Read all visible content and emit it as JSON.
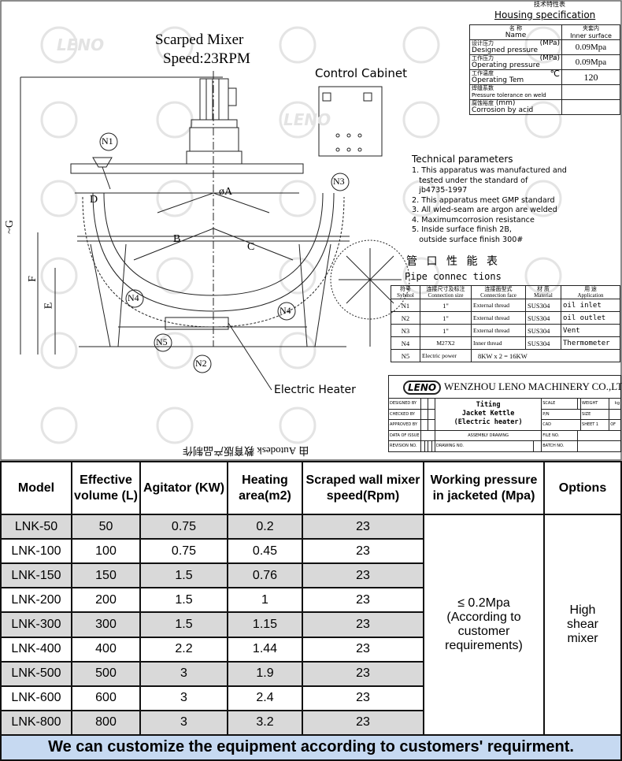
{
  "drawing": {
    "watermark": "LENO",
    "title_line1": "Scarped Mixer",
    "title_line2": "Speed:23RPM",
    "control_cabinet_label": "Control Cabinet",
    "electric_heater_label": "Electric Heater",
    "autodesk_note": "由 Autodesk 教育版产品制作",
    "dimension_labels": {
      "a": "øA",
      "b": "B",
      "c": "C",
      "d": "D",
      "e": "E",
      "f": "F",
      "g": "~G"
    },
    "nozzle_labels": [
      "N1",
      "N2",
      "N3",
      "N4",
      "N4",
      "N5"
    ],
    "housing_spec": {
      "title_cn": "技术特性表",
      "title": "Housing specification",
      "header_name_cn": "名 称",
      "header_name": "Name",
      "header_value_cn": "夹套内",
      "header_value": "Inner surface",
      "rows": [
        {
          "cn": "设计压力",
          "unit": "(MPa)",
          "label": "Designed pressure",
          "value": "0.09Mpa"
        },
        {
          "cn": "工作压力",
          "unit": "(MPa)",
          "label": "Operating pressure",
          "value": "0.09Mpa"
        },
        {
          "cn": "工作温度",
          "unit": "℃",
          "label": "Operating Tem",
          "value": "120"
        },
        {
          "cn": "焊缝系数",
          "unit": "",
          "label": "Pressure tolerance on weld",
          "value": ""
        },
        {
          "cn": "腐蚀裕度",
          "unit": "(mm)",
          "label": "Corrosion by acid",
          "value": ""
        }
      ]
    },
    "technical_parameters": {
      "title": "Technical parameters",
      "lines": [
        "1. This apparatus was manufactured and",
        "   tested under the standard of",
        "   jb4735-1997",
        "2. This apparatus meet GMP standard",
        "3. All wled-seam are argon are welded",
        "4. Maximumcorrosion resistance",
        "5. Inside surface finish 2B,",
        "   outside surface finish 300#"
      ]
    },
    "pipe_connections": {
      "title_cn": "管 口 性 能 表",
      "title": "Pipe connec tions",
      "headers": [
        {
          "cn": "符号",
          "en": "Sybmol"
        },
        {
          "cn": "连接尺寸及标注",
          "en": "Connection size"
        },
        {
          "cn": "连接面型式",
          "en": "Connection face"
        },
        {
          "cn": "材 质",
          "en": "Material"
        },
        {
          "cn": "用 途",
          "en": "Application"
        }
      ],
      "rows": [
        [
          "N1",
          "1\"",
          "External thread",
          "SUS304",
          "oil inlet"
        ],
        [
          "N2",
          "1\"",
          "External thread",
          "SUS304",
          "oil outlet"
        ],
        [
          "N3",
          "1\"",
          "External thread",
          "SUS304",
          "Vent"
        ],
        [
          "N4",
          "M27X2",
          "Inner thread",
          "SUS304",
          "Thermometer"
        ]
      ],
      "power_row": {
        "symbol": "N5",
        "label": "Electric power",
        "value": "8KW x 2 = 16KW"
      }
    },
    "title_block": {
      "logo": "LENO",
      "company": "WENZHOU LENO MACHINERY CO.,LTD",
      "product_line1": "Titing",
      "product_line2": "Jacket Kettle",
      "product_line3": "(Electric heater)",
      "designed_by": "DESIGNED BY",
      "checked_by": "CHECKED BY",
      "approved_by": "APPROVED BY",
      "date_of_issue": "DATA OF ISSUE",
      "revision_no": "REVISION NO.",
      "scale": "SCALE",
      "pn": "P/N",
      "cad": "CAD",
      "weight": "WEIGHT",
      "kg": "kg",
      "size": "SIZE",
      "sheet": "SHEET 1",
      "of": "OF",
      "assembly_drawing": "ASSEMBLY DRAWING",
      "drawing_no": "DRAWING NO.",
      "file_no": "FILE NO.",
      "batch_no": "BATCH NO."
    }
  },
  "spec_table": {
    "headers": [
      "Model",
      "Effective volume (L)",
      "Agitator (KW)",
      "Heating area(m2)",
      "Scraped wall mixer speed(Rpm)",
      "Working pressure in jacketed (Mpa)",
      "Options"
    ],
    "rows": [
      [
        "LNK-50",
        "50",
        "0.75",
        "0.2",
        "23"
      ],
      [
        "LNK-100",
        "100",
        "0.75",
        "0.45",
        "23"
      ],
      [
        "LNK-150",
        "150",
        "1.5",
        "0.76",
        "23"
      ],
      [
        "LNK-200",
        "200",
        "1.5",
        "1",
        "23"
      ],
      [
        "LNK-300",
        "300",
        "1.5",
        "1.15",
        "23"
      ],
      [
        "LNK-400",
        "400",
        "2.2",
        "1.44",
        "23"
      ],
      [
        "LNK-500",
        "500",
        "3",
        "1.9",
        "23"
      ],
      [
        "LNK-600",
        "600",
        "3",
        "2.4",
        "23"
      ],
      [
        "LNK-800",
        "800",
        "3",
        "3.2",
        "23"
      ]
    ],
    "working_pressure_line1": "≤ 0.2Mpa",
    "working_pressure_line2": "(According to customer requirements)",
    "options": "High shear mixer",
    "footer": "We can customize the equipment according to customers' requirment.",
    "row_shading": "#d9d9d9",
    "footer_color": "#c6d9f1"
  }
}
